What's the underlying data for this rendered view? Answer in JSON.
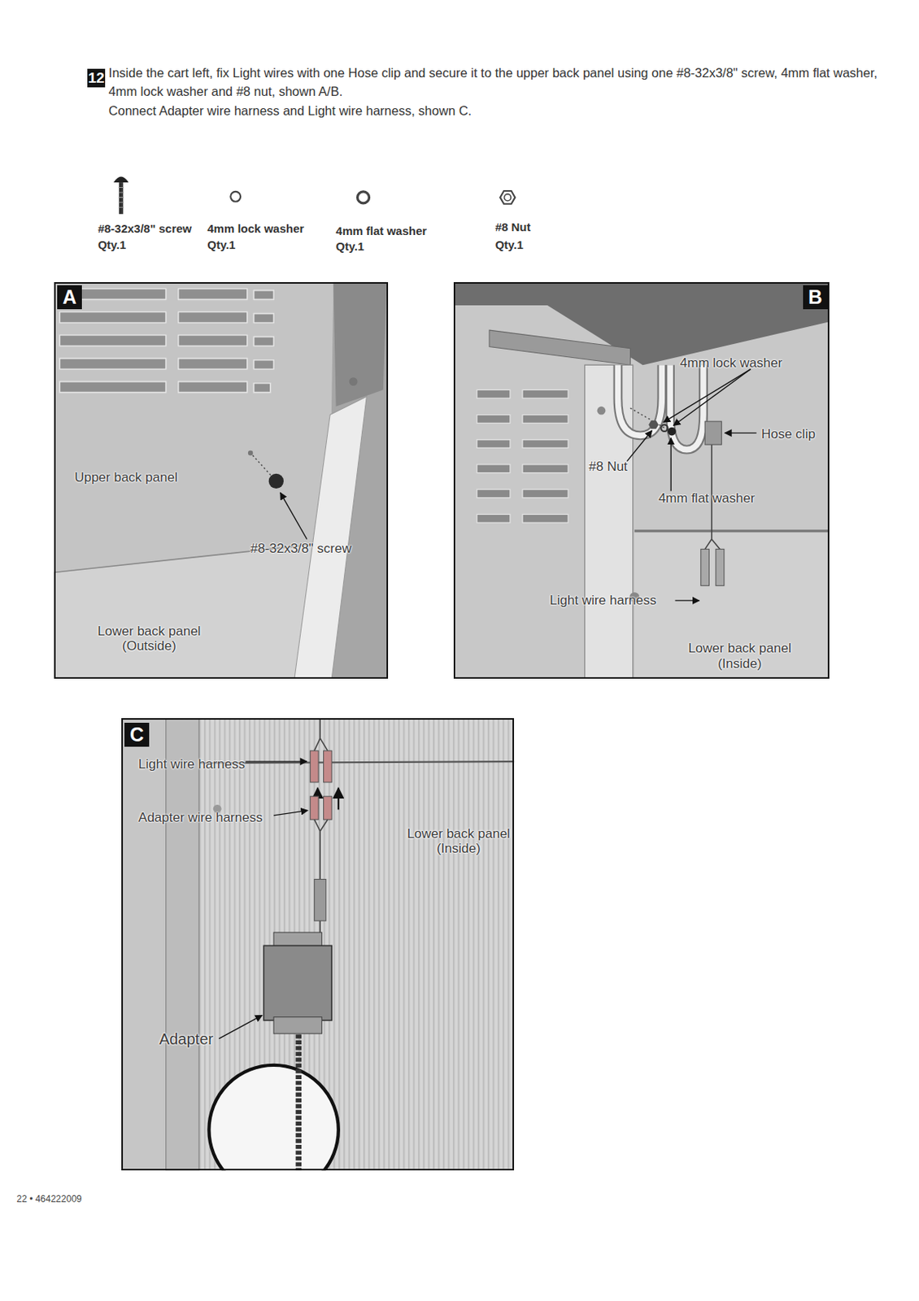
{
  "diagram": {
    "nodes": [
      {
        "text": [
          "12"
        ]
      },
      {
        "text": [
          "Upper back panel",
          "#8-32x3/8\" screw",
          "Lower back panel (Outside)"
        ]
      },
      {
        "text": [
          "A"
        ],
        "in": 1
      },
      {
        "text": [
          "4mm lock washer",
          "Hose clip",
          "#8 Nut",
          "4mm flat washer",
          "Light wire harness",
          "Lower back panel (Inside)"
        ]
      },
      {
        "text": [
          "B"
        ],
        "in": 3
      },
      {
        "text": [
          "Light wire harness",
          "Adapter wire harness",
          "Lower back panel (Inside)",
          "Adapter"
        ]
      },
      {
        "text": [
          "C"
        ],
        "in": 5
      }
    ],
    "labels": [
      "Inside the cart left, fix Light wires with one Hose clip and secure it to the upper back panel using one #8-32x3/8\" screw, 4mm flat washer, 4mm lock washer and #8 nut, shown A/B.",
      "Connect Adapter wire harness and Light wire harness, shown C.",
      "#8-32x3/8\" screw",
      "Qty.1",
      "4mm lock washer",
      "Qty.1",
      "4mm flat washer",
      "Qty.1",
      "#8 Nut",
      "Qty.1",
      "22 • 464222009"
    ]
  }
}
